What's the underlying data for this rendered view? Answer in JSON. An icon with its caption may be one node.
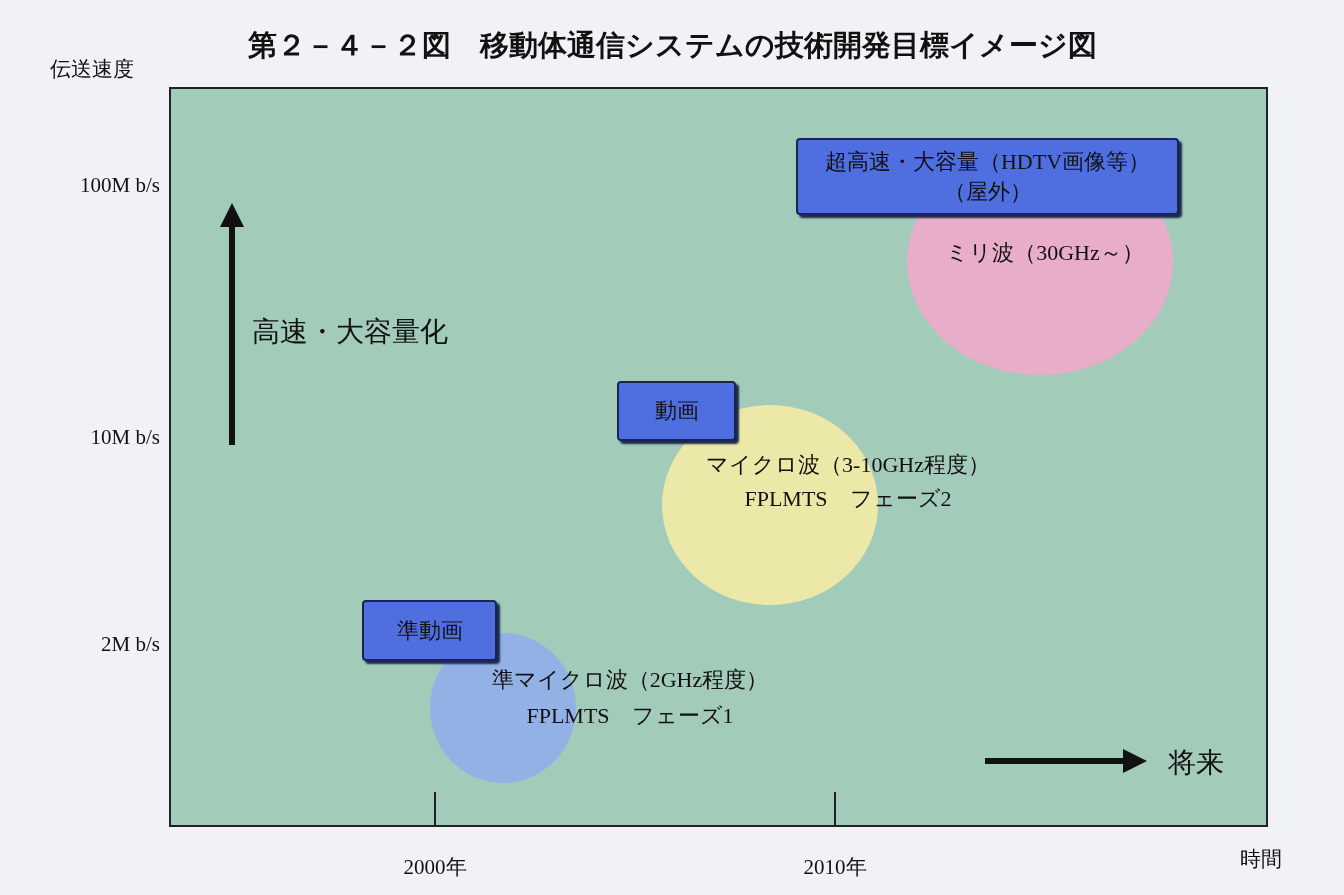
{
  "diagram": {
    "title": "第２－４－２図　移動体通信システムの技術開発目標イメージ図",
    "nodes": [
      {
        "text": [
          "超高速・大容量（HDTV画像等）（屋外）"
        ]
      },
      {
        "text": [
          "ミリ波（30GHz～）"
        ]
      },
      {
        "text": [
          "動画"
        ]
      },
      {
        "text": [
          "マイクロ波（3-10GHz程度）",
          "FPLMTS　フェーズ2"
        ]
      },
      {
        "text": [
          "準動画"
        ]
      },
      {
        "text": [
          "準マイクロ波（2GHz程度）",
          "FPLMTS　フェーズ1"
        ]
      }
    ],
    "labels": [
      "伝送速度",
      "100M b/s",
      "10M b/s",
      "2M b/s",
      "高速・大容量化",
      "将来",
      "2000年",
      "2010年",
      "時間"
    ]
  }
}
